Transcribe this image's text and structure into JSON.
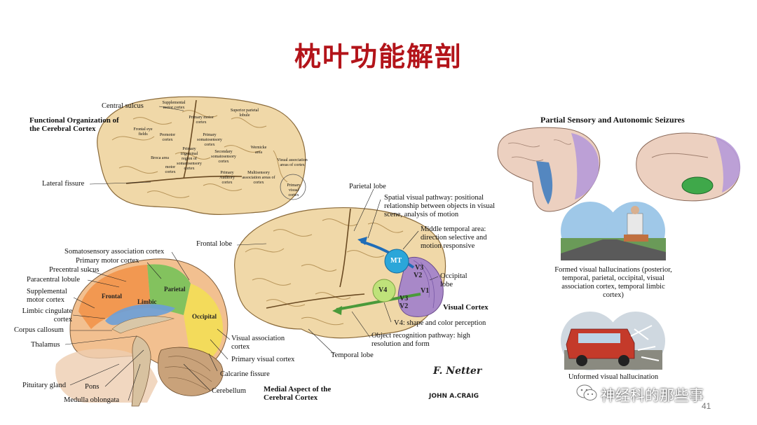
{
  "slide": {
    "title": "枕叶功能解剖",
    "page_number": "41",
    "watermark": "神经科的那些事"
  },
  "top_left_figure": {
    "caption": "Functional Organization of the Cerebral Cortex",
    "labels": {
      "central_sulcus": "Central sulcus",
      "lateral_fissure": "Lateral fissure",
      "supplemental_motor": "Supplemental motor cortex",
      "primary_motor": "Primary motor cortex",
      "superior_parietal": "Superior parietal lobule",
      "frontal_eye_fields": "Frontal eye fields",
      "premotor": "Premotor cortex",
      "primary_somatosensory": "Primary somatosensory cortex",
      "wernicke": "Wernicke area",
      "primary_trigeminal": "Primary trigeminal region of somatosensory cortex",
      "secondary_somatosensory": "Secondary somatosensory cortex",
      "visual_assoc_areas": "Visual association areas of cortex",
      "broca": "Broca area",
      "motor_cortex": "motor cortex",
      "primary_auditory": "Primary Auditory cortex",
      "multisensory": "Multisensory association areas of cortex",
      "primary_visual": "Primary visual cortex"
    }
  },
  "center_figure": {
    "labels": {
      "parietal_lobe": "Parietal lobe",
      "spatial_pathway": "Spatial visual pathway: positional relationship between objects in visual scene, analysis of motion",
      "middle_temporal": "Middle temporal area: direction selective and motion responsive",
      "frontal_lobe": "Frontal lobe",
      "occipital_lobe": "Occipital lobe",
      "visual_cortex": "Visual Cortex",
      "v4_shape": "V4: shape and color perception",
      "object_pathway": "Object recognition pathway: high resolution and form",
      "temporal_lobe": "Temporal lobe",
      "mt": "MT",
      "v4": "V4",
      "v1": "V1",
      "v2a": "V2",
      "v3a": "V3",
      "v2b": "V2",
      "v3b": "V3"
    },
    "signature_top": "F. Netter",
    "signature_bottom": "JOHN A.CRAIG"
  },
  "bottom_left_figure": {
    "caption": "Medial Aspect of the Cerebral Cortex",
    "labels": {
      "somatosensory_assoc": "Somatosensory association cortex",
      "primary_motor": "Primary motor cortex",
      "precentral_sulcus": "Precentral sulcus",
      "paracentral_lobule": "Paracentral lobule",
      "supplemental_motor": "Supplemental motor cortex",
      "limbic_cingulate": "Limbic cingulate cortex",
      "corpus_callosum": "Corpus callosum",
      "thalamus": "Thalamus",
      "pituitary": "Pituitary gland",
      "pons": "Pons",
      "medulla": "Medulla oblongata",
      "cerebellum": "Cerebellum",
      "calcarine": "Calcarine  fissure",
      "primary_visual": "Primary visual cortex",
      "visual_assoc": "Visual association cortex",
      "frontal": "Frontal",
      "limbic": "Limbic",
      "parietal": "Parietal",
      "occipital": "Occipital"
    }
  },
  "right_figure": {
    "caption": "Partial Sensory and Autonomic Seizures",
    "formed_caption": "Formed visual hallucinations (posterior, temporal, parietal, occipital, visual association cortex, temporal limbic cortex)",
    "unformed_caption": "Unformed visual hallucination"
  },
  "colors": {
    "title_red": "#b3141a",
    "brain_tan": "#f0d8a8",
    "visual_purple": "#a888c8",
    "mt_cyan": "#2ba6d9",
    "v4_green": "#bfe27a",
    "frontal_orange": "#f2944a",
    "parietal_green": "#7cc25c",
    "occipital_yellow": "#f2dc58",
    "limbic_blue": "#6a9fd8"
  }
}
